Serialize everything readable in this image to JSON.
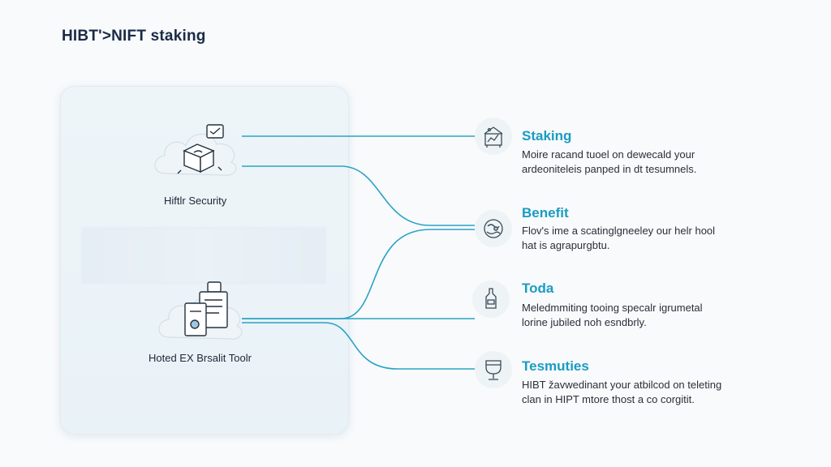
{
  "page": {
    "title": "HIBT'>NIFT staking"
  },
  "left_nodes": [
    {
      "label": "Hiftlr Security",
      "icon": "cloud-box-icon"
    },
    {
      "label": "Hoted EX Brsalit Toolr",
      "icon": "cloud-documents-icon"
    }
  ],
  "features": [
    {
      "title": "Staking",
      "line1": "Moire racand tuoel on dewecald your",
      "line2": "ardeoniteleis panped in dt tesumnels.",
      "icon": "staking-chart-icon"
    },
    {
      "title": "Benefit",
      "line1": "Flov's ime a scatinglgneeley our helr hool",
      "line2": "hat is agrapurgbtu.",
      "icon": "coin-hand-icon"
    },
    {
      "title": "Toda",
      "line1": "Meledmmiting tooing specalr igrumetal",
      "line2": "lorine jubiled noh esndbrly.",
      "icon": "bottle-icon"
    },
    {
      "title": "Tesmuties",
      "line1": "HIBT žavwedinant your atbilcod on teleting",
      "line2": "clan in HIPT mtore thost a co corgitit.",
      "icon": "goblet-icon"
    }
  ],
  "colors": {
    "accent": "#1a9cc2",
    "connector": "#2aa3c4",
    "title": "#1b2b45"
  }
}
